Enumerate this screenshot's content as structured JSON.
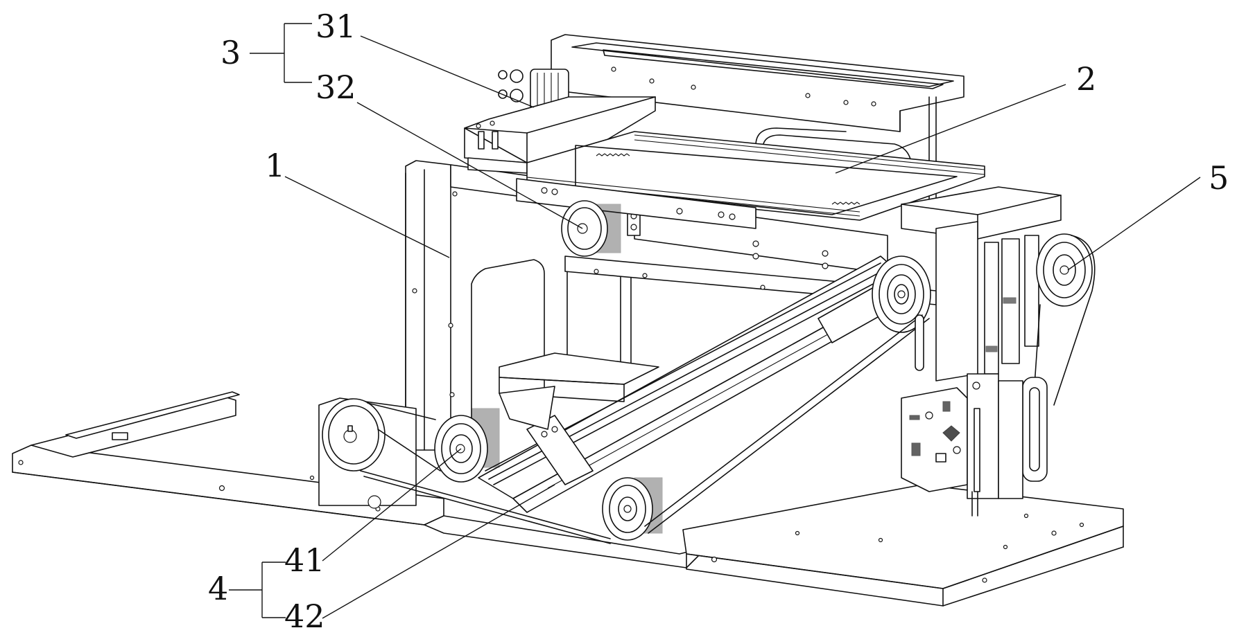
{
  "figure": {
    "type": "patent line drawing",
    "subject": "belt-driven mechanical apparatus (perspective view)",
    "colors": {
      "line": "#111111",
      "background": "#ffffff"
    }
  },
  "labels": {
    "frame": "1",
    "platform": "2",
    "group3": "3",
    "part31": "31",
    "part32": "32",
    "group4": "4",
    "part41": "41",
    "part42": "42",
    "part5": "5"
  }
}
